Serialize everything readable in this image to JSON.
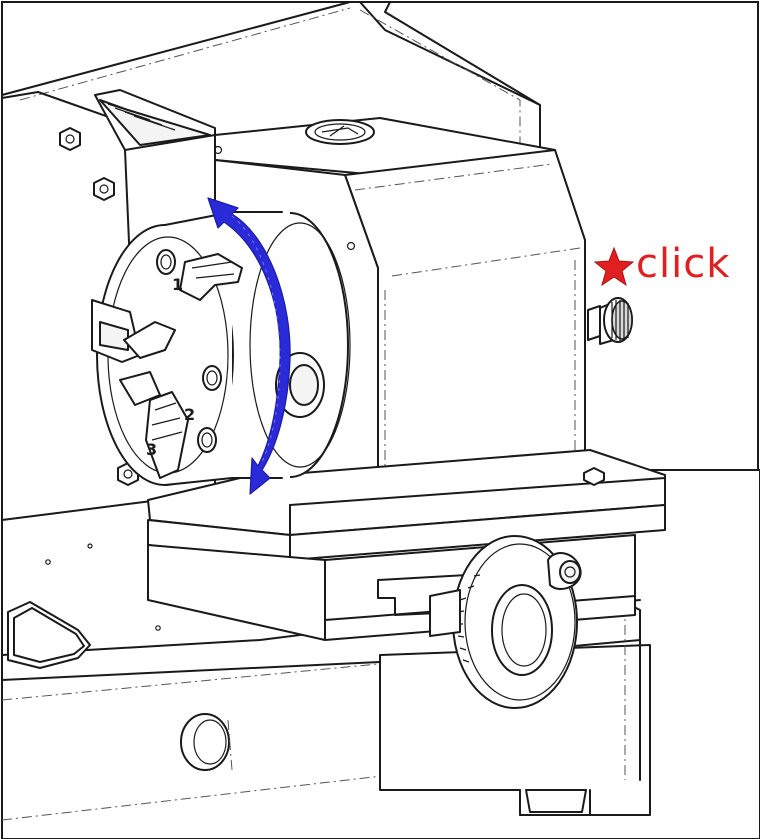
{
  "callout": {
    "label": "click",
    "color": "#e02020",
    "icon": "red-star-icon"
  },
  "rotation_arrow": {
    "color": "#2a2ad8",
    "icon": "curved-double-arrow-icon"
  },
  "chuck_markings": {
    "jaw_1": "1",
    "jaw_2": "2",
    "jaw_3": "3"
  }
}
